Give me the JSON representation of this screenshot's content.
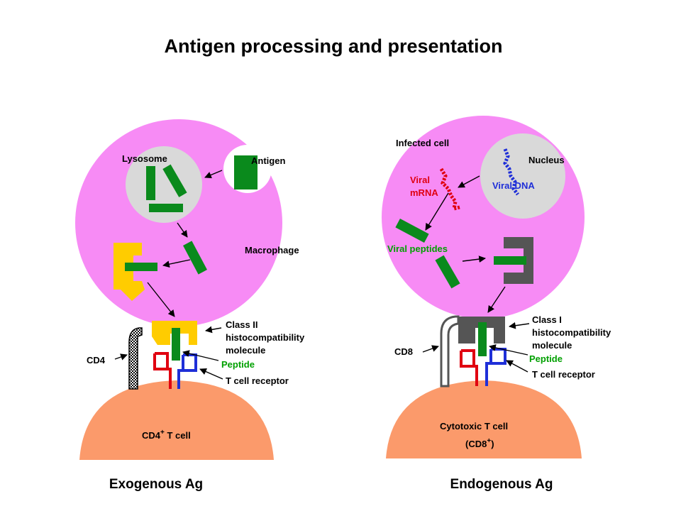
{
  "title": "Antigen processing and presentation",
  "left": {
    "caption": "Exogenous Ag",
    "labels": {
      "lysosome": "Lysosome",
      "antigen": "Antigen",
      "macrophage": "Macrophage",
      "class_ii_1": "Class II",
      "class_ii_2": "histocompatibility",
      "class_ii_3": "molecule",
      "cd4": "CD4",
      "peptide": "Peptide",
      "tcr": "T cell receptor",
      "tcell": "CD4",
      "tcell_sup": "+",
      "tcell_rest": " T cell"
    }
  },
  "right": {
    "caption": "Endogenous Ag",
    "labels": {
      "infected": "Infected cell",
      "nucleus": "Nucleus",
      "viral_mrna_1": "Viral",
      "viral_mrna_2": "mRNA",
      "viral_dna": "Viral DNA",
      "viral_peptides": "Viral peptides",
      "class_i_1": "Class I",
      "class_i_2": "histocompatibility",
      "class_i_3": "molecule",
      "cd8": "CD8",
      "peptide": "Peptide",
      "tcr": "T cell receptor",
      "tcell_1": "Cytotoxic T cell",
      "tcell_2a": "(CD8",
      "tcell_2sup": "+",
      "tcell_2b": ")"
    }
  },
  "colors": {
    "cell": "#f78bf5",
    "lysosome": "#d9d9d9",
    "antigen": "#0a8a1c",
    "mhc_ii": "#ffcc00",
    "mhc_i": "#555555",
    "tcell": "#fb9a6b",
    "tcr_red": "#e00010",
    "tcr_blue": "#1f2fd8"
  }
}
